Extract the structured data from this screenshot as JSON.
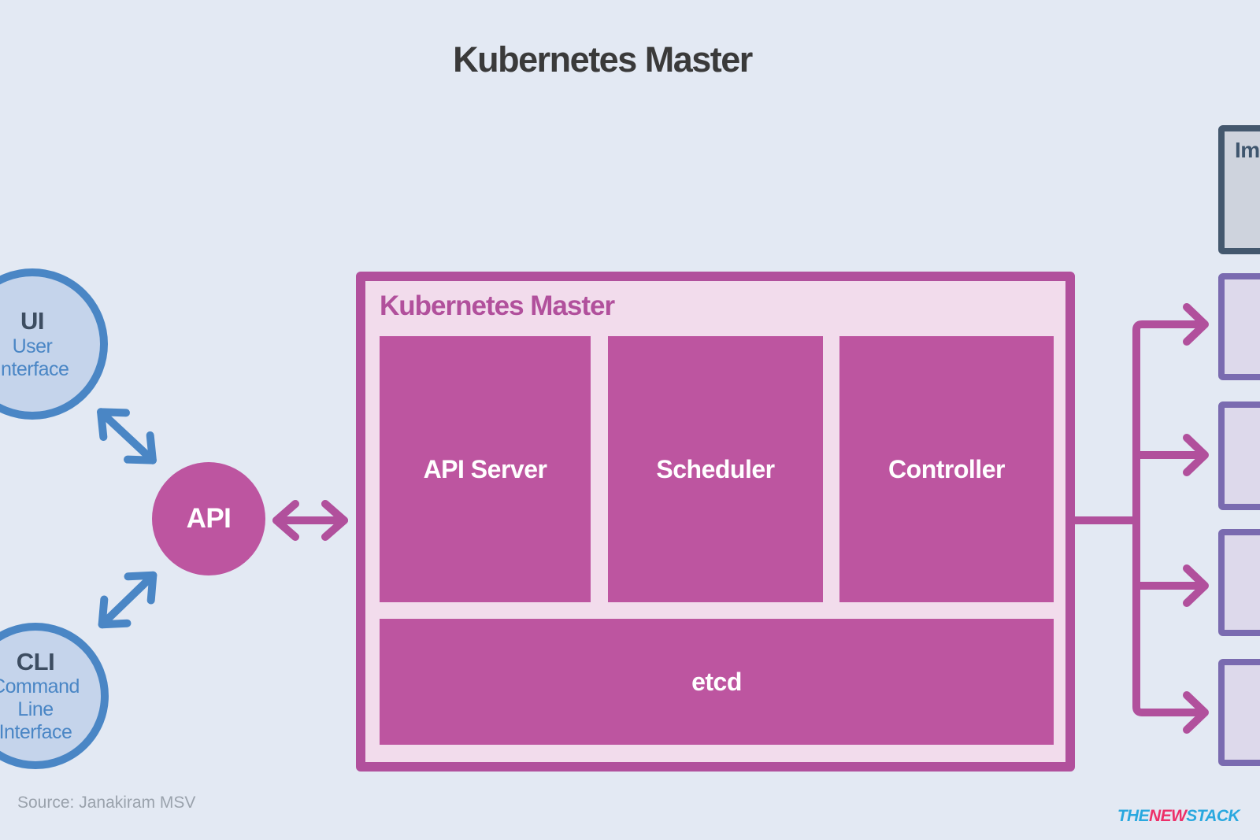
{
  "title": "Kubernetes Master",
  "colors": {
    "background": "#e3e9f3",
    "title_text": "#3a3a3a",
    "blue_accent": "#4a86c5",
    "blue_circle_fill": "#c5d4eb",
    "circle_abbr_text": "#3d4d61",
    "magenta_fill": "#bd55a0",
    "magenta_line": "#b1509c",
    "master_box_fill": "#f2dcec",
    "node_box_border": "#7a6bb0",
    "node_box_fill": "#ddd9eb",
    "registry_box_border": "#44586e",
    "registry_box_fill": "#ced3dd",
    "source_text": "#9aa2ac",
    "logo_cyan": "#29a8df",
    "logo_pink": "#ed2f68"
  },
  "actors": {
    "ui": {
      "abbr": "UI",
      "lines": [
        "User",
        "Interface"
      ]
    },
    "cli": {
      "abbr": "CLI",
      "lines": [
        "Command",
        "Line",
        "Interface"
      ]
    },
    "api": {
      "label": "API"
    }
  },
  "master": {
    "label": "Kubernetes Master",
    "components": [
      {
        "label": "API Server"
      },
      {
        "label": "Scheduler"
      },
      {
        "label": "Controller"
      }
    ],
    "datastore": {
      "label": "etcd"
    }
  },
  "registry": {
    "visible_label": "Im"
  },
  "right_nodes": {
    "count": 4
  },
  "footer": {
    "source": "Source: Janakiram MSV",
    "logo": {
      "the": "THE",
      "new": "NEW",
      "stack": "STACK"
    }
  }
}
